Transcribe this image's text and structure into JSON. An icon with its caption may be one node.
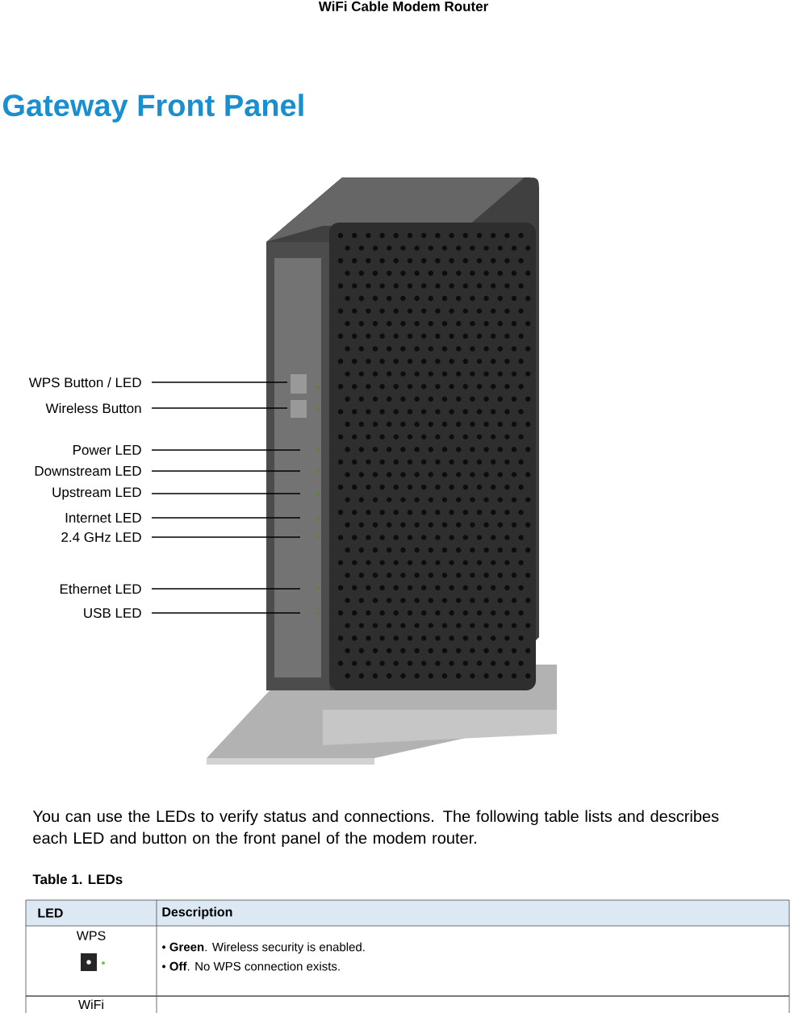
{
  "diagram": {
    "title": "Gateway Front Panel",
    "nodes": [
      {
        "text": [
          "WPS Button / LED"
        ]
      },
      {
        "text": [
          "Wireless Button"
        ]
      },
      {
        "text": [
          "Power LED"
        ]
      },
      {
        "text": [
          "Downstream LED"
        ]
      },
      {
        "text": [
          "Upstream LED"
        ]
      },
      {
        "text": [
          "Internet LED"
        ]
      },
      {
        "text": [
          "2.4 GHz LED"
        ]
      },
      {
        "text": [
          "Ethernet LED"
        ]
      },
      {
        "text": [
          "USB LED"
        ]
      }
    ],
    "edges": [
      {
        "from": 0,
        "to": null,
        "arrow": "none"
      },
      {
        "from": 1,
        "to": null,
        "arrow": "none"
      },
      {
        "from": 2,
        "to": null,
        "arrow": "none"
      },
      {
        "from": 3,
        "to": null,
        "arrow": "none"
      },
      {
        "from": 4,
        "to": null,
        "arrow": "none"
      },
      {
        "from": 5,
        "to": null,
        "arrow": "none"
      },
      {
        "from": 6,
        "to": null,
        "arrow": "none"
      },
      {
        "from": 7,
        "to": null,
        "arrow": "none"
      },
      {
        "from": 8,
        "to": null,
        "arrow": "none"
      }
    ],
    "labels": [
      "WiFi Cable Modem Router",
      "You can use the LEDs to verify status and connections. The following table lists and describes each LED and button on the front panel of the modem router.",
      "Table 1.  LEDs",
      "LED",
      "Description",
      "WPS",
      "• **Green**. Wireless security is enabled.",
      "• **Off**. No WPS connection exists.",
      "WiFi"
    ]
  }
}
